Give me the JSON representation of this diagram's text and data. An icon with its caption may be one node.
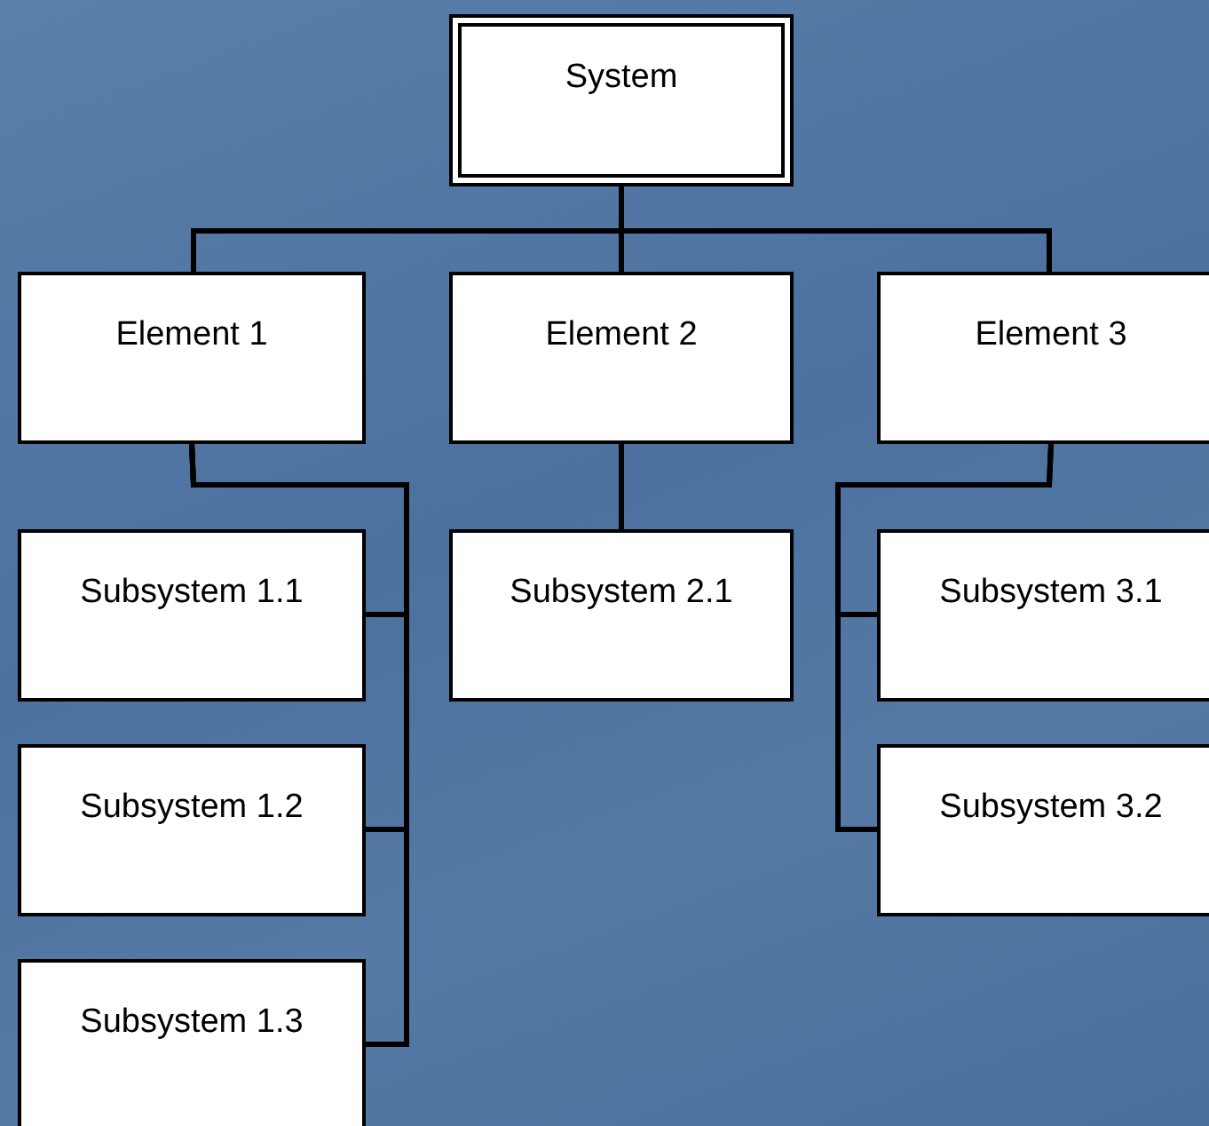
{
  "diagram": {
    "nodes": [
      {
        "text": [
          "System"
        ]
      },
      {
        "text": [
          "Element 1"
        ]
      },
      {
        "text": [
          "Element 2"
        ]
      },
      {
        "text": [
          "Element 3"
        ]
      },
      {
        "text": [
          "Subsystem 1.1"
        ]
      },
      {
        "text": [
          "Subsystem 1.2"
        ]
      },
      {
        "text": [
          "Subsystem 1.3"
        ]
      },
      {
        "text": [
          "Subsystem 2.1"
        ]
      },
      {
        "text": [
          "Subsystem 3.1"
        ]
      },
      {
        "text": [
          "Subsystem 3.2"
        ]
      }
    ],
    "edges": [
      {
        "from": 0,
        "to": 1,
        "arrow": "none"
      },
      {
        "from": 0,
        "to": 2,
        "arrow": "none"
      },
      {
        "from": 0,
        "to": 3,
        "arrow": "none"
      },
      {
        "from": 1,
        "to": 4,
        "arrow": "none"
      },
      {
        "from": 1,
        "to": 5,
        "arrow": "none"
      },
      {
        "from": 1,
        "to": 6,
        "arrow": "none"
      },
      {
        "from": 2,
        "to": 7,
        "arrow": "none"
      },
      {
        "from": 3,
        "to": 8,
        "arrow": "none"
      },
      {
        "from": 3,
        "to": 9,
        "arrow": "none"
      }
    ]
  }
}
